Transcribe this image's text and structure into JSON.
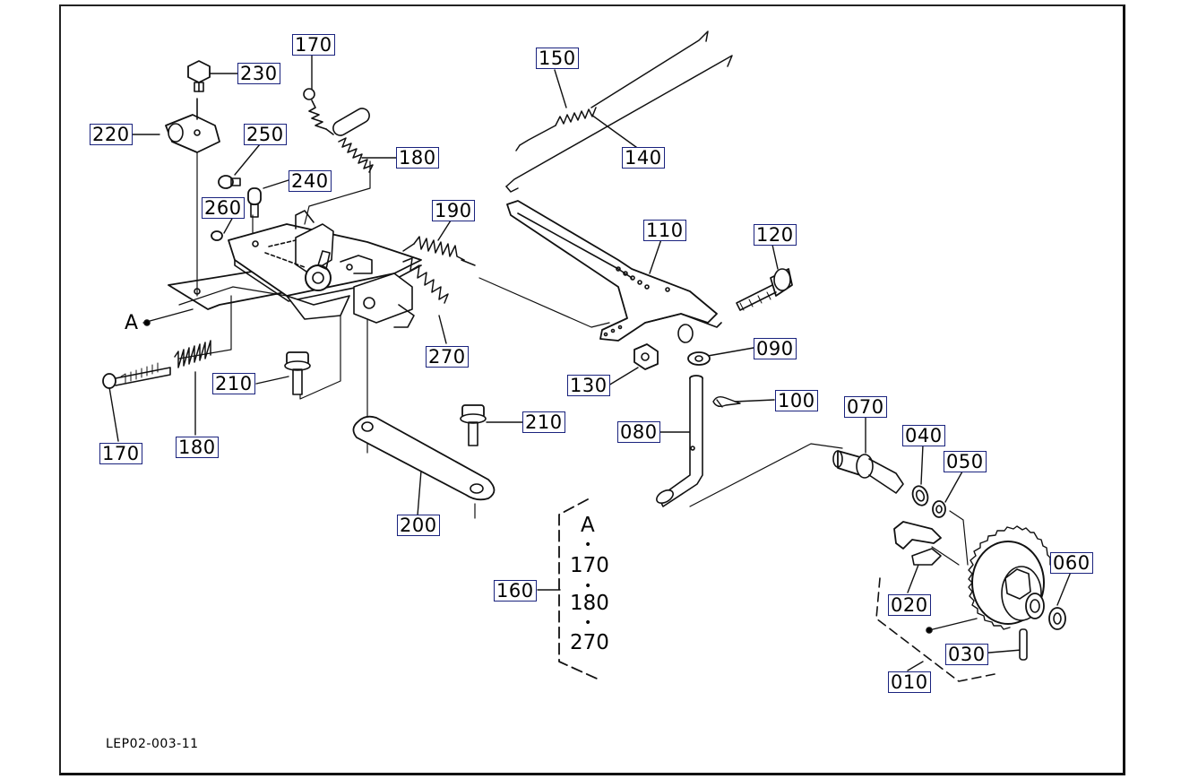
{
  "diagram": {
    "reference_code": "LEP02-003-11",
    "ref_a": "A",
    "group_label": "160",
    "group_items": [
      "A",
      "170",
      "180",
      "270"
    ],
    "group_separator": "•",
    "callouts": [
      {
        "id": "c230",
        "label": "230"
      },
      {
        "id": "c220",
        "label": "220"
      },
      {
        "id": "c170a",
        "label": "170"
      },
      {
        "id": "c250",
        "label": "250"
      },
      {
        "id": "c180a",
        "label": "180"
      },
      {
        "id": "c240",
        "label": "240"
      },
      {
        "id": "c260",
        "label": "260"
      },
      {
        "id": "c190",
        "label": "190"
      },
      {
        "id": "c150",
        "label": "150"
      },
      {
        "id": "c140",
        "label": "140"
      },
      {
        "id": "c110",
        "label": "110"
      },
      {
        "id": "c120",
        "label": "120"
      },
      {
        "id": "c270",
        "label": "270"
      },
      {
        "id": "c090",
        "label": "090"
      },
      {
        "id": "c130",
        "label": "130"
      },
      {
        "id": "c100",
        "label": "100"
      },
      {
        "id": "c210a",
        "label": "210"
      },
      {
        "id": "c210b",
        "label": "210"
      },
      {
        "id": "c070",
        "label": "070"
      },
      {
        "id": "c080",
        "label": "080"
      },
      {
        "id": "c040",
        "label": "040"
      },
      {
        "id": "c050",
        "label": "050"
      },
      {
        "id": "c170b",
        "label": "170"
      },
      {
        "id": "c180b",
        "label": "180"
      },
      {
        "id": "c200",
        "label": "200"
      },
      {
        "id": "c060",
        "label": "060"
      },
      {
        "id": "c020",
        "label": "020"
      },
      {
        "id": "c030",
        "label": "030"
      },
      {
        "id": "c010",
        "label": "010"
      }
    ]
  }
}
